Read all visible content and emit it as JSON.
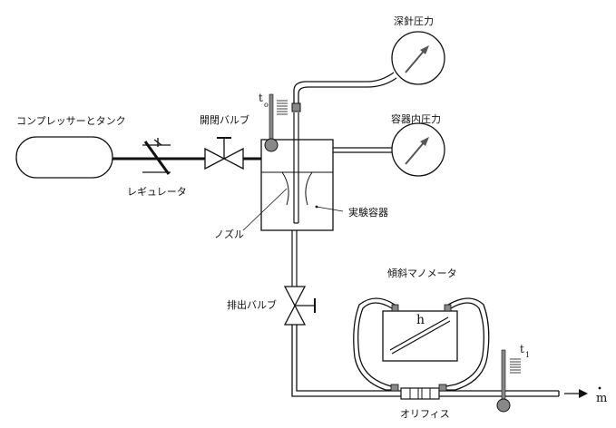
{
  "labels": {
    "compressor": "コンプレッサーとタンク",
    "regulator": "レギュレータ",
    "open_valve": "開閉バルブ",
    "nozzle": "ノズル",
    "vessel": "実験容器",
    "exhaust_valve": "排出バルブ",
    "depth_pressure": "深針圧力",
    "vessel_pressure": "容器内圧力",
    "manometer": "傾斜マノメータ",
    "orifice": "オリフィス"
  },
  "symbols": {
    "t0_main": "t",
    "t0_sub": "o",
    "t1_main": "t",
    "t1_sub": "1",
    "h": "h",
    "mdot": "m"
  }
}
